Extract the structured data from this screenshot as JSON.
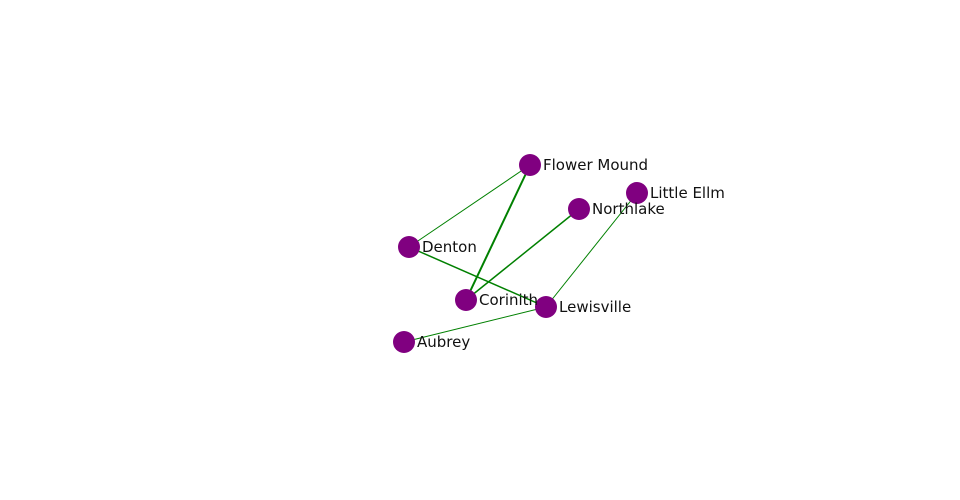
{
  "graph": {
    "node_color": "#800080",
    "edge_color": "#008000",
    "nodes": [
      {
        "id": "flower-mound",
        "label": "Flower Mound"
      },
      {
        "id": "little-elm",
        "label": "Little Ellm"
      },
      {
        "id": "northlake",
        "label": "Northlake"
      },
      {
        "id": "denton",
        "label": "Denton"
      },
      {
        "id": "corinth",
        "label": "Corinith"
      },
      {
        "id": "lewisville",
        "label": "Lewisville"
      },
      {
        "id": "aubrey",
        "label": "Aubrey"
      }
    ],
    "edges": [
      {
        "source": "denton",
        "target": "flower-mound",
        "weight": 1
      },
      {
        "source": "flower-mound",
        "target": "corinth",
        "weight": 2
      },
      {
        "source": "northlake",
        "target": "corinth",
        "weight": 1.5
      },
      {
        "source": "denton",
        "target": "lewisville",
        "weight": 1.5
      },
      {
        "source": "little-elm",
        "target": "lewisville",
        "weight": 1
      },
      {
        "source": "aubrey",
        "target": "lewisville",
        "weight": 1
      }
    ]
  }
}
